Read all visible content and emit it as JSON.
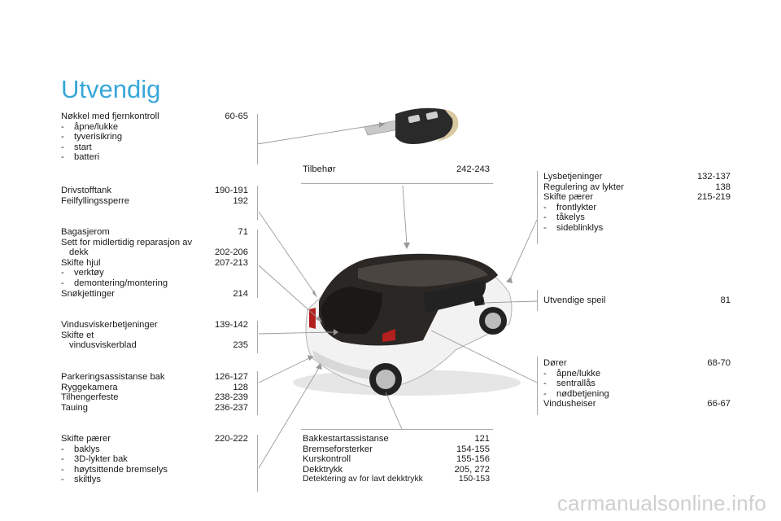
{
  "title": "Utvendig",
  "left": [
    {
      "rows": [
        {
          "text": "Nøkkel med fjernkontroll",
          "page": "60-65"
        }
      ],
      "subs": [
        "åpne/lukke",
        "tyverisikring",
        "start",
        "batteri"
      ]
    },
    {
      "rows": [
        {
          "text": "Drivstofftank",
          "page": "190-191"
        },
        {
          "text": "Feilfyllingssperre",
          "page": "192"
        }
      ],
      "subs": []
    },
    {
      "rows": [
        {
          "text": "Bagasjerom",
          "page": "71"
        },
        {
          "text": "Sett for midlertidig reparasjon av",
          "page": ""
        },
        {
          "text": "dekk",
          "page": "202-206",
          "indent": true
        },
        {
          "text": "Skifte hjul",
          "page": "207-213"
        }
      ],
      "subs": [
        "verktøy",
        "demontering/montering"
      ],
      "rows_after": [
        {
          "text": "Snøkjettinger",
          "page": "214"
        }
      ]
    },
    {
      "rows": [
        {
          "text": "Vindusviskerbetjeninger",
          "page": "139-142"
        },
        {
          "text": "Skifte et",
          "page": ""
        },
        {
          "text": "vindusviskerblad",
          "page": "235",
          "indent": true
        }
      ],
      "subs": []
    },
    {
      "rows": [
        {
          "text": "Parkeringsassistanse bak",
          "page": "126-127"
        },
        {
          "text": "Ryggekamera",
          "page": "128"
        },
        {
          "text": "Tilhengerfeste",
          "page": "238-239"
        },
        {
          "text": "Tauing",
          "page": "236-237"
        }
      ],
      "subs": []
    },
    {
      "rows": [
        {
          "text": "Skifte pærer",
          "page": "220-222"
        }
      ],
      "subs": [
        "baklys",
        "3D-lykter bak",
        "høytsittende bremselys",
        "skiltlys"
      ]
    }
  ],
  "top_center": {
    "text": "Tilbehør",
    "page": "242-243"
  },
  "bottom_center": [
    {
      "text": "Bakkestartassistanse",
      "page": "121"
    },
    {
      "text": "Bremseforsterker",
      "page": "154-155"
    },
    {
      "text": "Kurskontroll",
      "page": "155-156"
    },
    {
      "text": "Dekktrykk",
      "page": "205, 272"
    },
    {
      "text": "Detektering av for lavt dekktrykk",
      "page": "150-153",
      "small": true
    }
  ],
  "right": [
    {
      "rows": [
        {
          "text": "Lysbetjeninger",
          "page": "132-137"
        },
        {
          "text": "Regulering av lykter",
          "page": "138"
        },
        {
          "text": "Skifte pærer",
          "page": "215-219"
        }
      ],
      "subs": [
        "frontlykter",
        "tåkelys",
        "sideblinklys"
      ]
    },
    {
      "rows": [
        {
          "text": "Utvendige speil",
          "page": "81"
        }
      ],
      "subs": []
    },
    {
      "rows": [
        {
          "text": "Dører",
          "page": "68-70"
        }
      ],
      "subs": [
        "åpne/lukke",
        "sentrallås",
        "nødbetjening"
      ],
      "rows_after": [
        {
          "text": "Vindusheiser",
          "page": "66-67"
        }
      ]
    }
  ],
  "watermark": "carmanualsonline.info",
  "colors": {
    "title": "#39a7d8",
    "line": "#aaaaaa"
  }
}
